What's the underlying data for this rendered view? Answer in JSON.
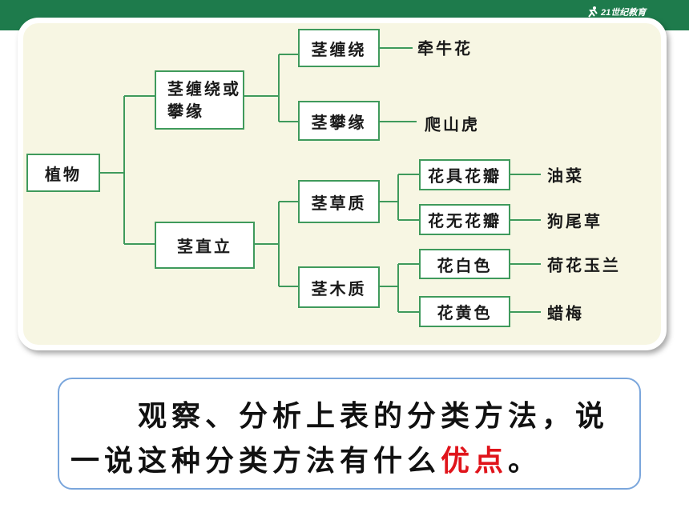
{
  "header": {
    "logo_text": "21世纪教育",
    "bar_color": "#1e7b4c"
  },
  "tree": {
    "label": "植物",
    "children": [
      {
        "label": "茎缠绕或攀缘",
        "children": [
          {
            "label": "茎缠绕",
            "leaf": "牵牛花"
          },
          {
            "label": "茎攀缘",
            "leaf": "爬山虎"
          }
        ]
      },
      {
        "label": "茎直立",
        "children": [
          {
            "label": "茎草质",
            "children": [
              {
                "label": "花具花瓣",
                "leaf": "油菜"
              },
              {
                "label": "花无花瓣",
                "leaf": "狗尾草"
              }
            ]
          },
          {
            "label": "茎木质",
            "children": [
              {
                "label": "花白色",
                "leaf": "荷花玉兰"
              },
              {
                "label": "花黄色",
                "leaf": "蜡梅"
              }
            ]
          }
        ]
      }
    ]
  },
  "colors": {
    "line": "#3f9a5c",
    "panel": "#f7f6e3",
    "question_border": "#7aa6dc",
    "highlight": "#e0141b"
  },
  "question": {
    "line1": "观察、分析上表的分类方法，说",
    "line2_prefix": "一说这种分类方法有什么",
    "highlight": "优点",
    "line2_suffix": "。"
  }
}
